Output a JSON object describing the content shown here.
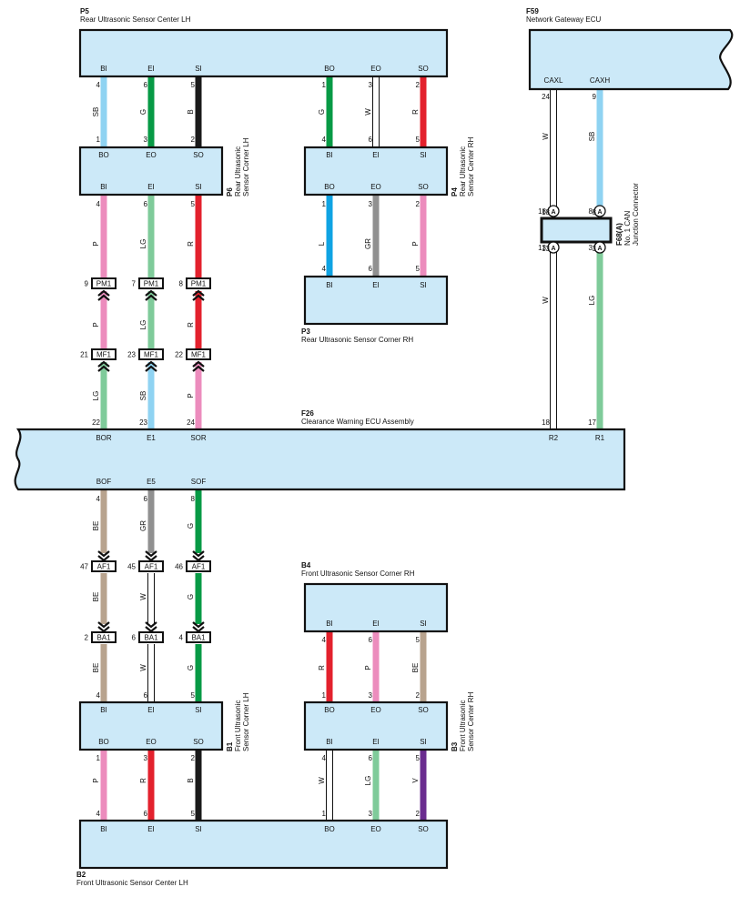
{
  "components": {
    "P5": {
      "code": "P5",
      "name": "Rear Ultrasonic Sensor Center LH",
      "pins": [
        "BI",
        "EI",
        "SI",
        "BO",
        "EO",
        "SO"
      ]
    },
    "F59": {
      "code": "F59",
      "name": "Network Gateway ECU",
      "pins": [
        "CAXL",
        "CAXH"
      ]
    },
    "P6": {
      "code": "P6",
      "name": [
        "Rear Ultrasonic",
        "Sensor Corner LH"
      ],
      "top_pins": [
        "BO",
        "EO",
        "SO"
      ],
      "bottom_pins": [
        "BI",
        "EI",
        "SI"
      ]
    },
    "P4": {
      "code": "P4",
      "name": [
        "Rear Ultrasonic",
        "Sensor Center RH"
      ],
      "top_pins": [
        "BI",
        "EI",
        "SI"
      ],
      "bottom_pins": [
        "BO",
        "EO",
        "SO"
      ]
    },
    "P3": {
      "code": "P3",
      "name": "Rear Ultrasonic Sensor Corner RH",
      "pins": [
        "BI",
        "EI",
        "SI"
      ]
    },
    "F68": {
      "code": "F68(A)",
      "name": [
        "No. 1 CAN",
        "Junction Connector"
      ],
      "letter": "A"
    },
    "F26": {
      "code": "F26",
      "name": "Clearance Warning ECU Assembly",
      "top_pins": [
        "BOR",
        "E1",
        "SOR",
        "R2",
        "R1"
      ],
      "bottom_pins": [
        "BOF",
        "E5",
        "SOF"
      ]
    },
    "B4": {
      "code": "B4",
      "name": "Front Ultrasonic Sensor Corner RH",
      "pins": [
        "BI",
        "EI",
        "SI"
      ]
    },
    "B1": {
      "code": "B1",
      "name": [
        "Front Ultrasonic",
        "Sensor Corner LH"
      ],
      "top_pins": [
        "BI",
        "EI",
        "SI"
      ],
      "bottom_pins": [
        "BO",
        "EO",
        "SO"
      ]
    },
    "B3": {
      "code": "B3",
      "name": [
        "Front Ultrasonic",
        "Sensor Center RH"
      ],
      "top_pins": [
        "BO",
        "EO",
        "SO"
      ],
      "bottom_pins": [
        "BI",
        "EI",
        "SI"
      ]
    },
    "B2": {
      "code": "B2",
      "name": "Front Ultrasonic Sensor Center LH",
      "pins": [
        "BI",
        "EI",
        "SI",
        "BO",
        "EO",
        "SO"
      ]
    }
  },
  "wires": {
    "p5_p6": [
      {
        "p1": "4",
        "p2": "1",
        "color": "SB"
      },
      {
        "p1": "6",
        "p2": "3",
        "color": "G"
      },
      {
        "p1": "5",
        "p2": "2",
        "color": "B"
      }
    ],
    "p5_p4": [
      {
        "p1": "1",
        "p2": "4",
        "color": "G"
      },
      {
        "p1": "3",
        "p2": "6",
        "color": "W"
      },
      {
        "p1": "2",
        "p2": "5",
        "color": "R"
      }
    ],
    "p6_pm1": [
      {
        "p1": "4",
        "color": "P"
      },
      {
        "p1": "6",
        "color": "LG"
      },
      {
        "p1": "5",
        "color": "R"
      }
    ],
    "pm1_mf1": [
      {
        "color": "P"
      },
      {
        "color": "LG"
      },
      {
        "color": "R"
      }
    ],
    "mf1_f26": [
      {
        "p2": "22",
        "color": "LG"
      },
      {
        "p2": "23",
        "color": "SB"
      },
      {
        "p2": "24",
        "color": "P"
      }
    ],
    "p4_p3": [
      {
        "p1": "1",
        "p2": "4",
        "color": "L"
      },
      {
        "p1": "3",
        "p2": "6",
        "color": "GR"
      },
      {
        "p1": "2",
        "p2": "5",
        "color": "P"
      }
    ],
    "f59_f68": [
      {
        "p1": "24",
        "p2": "18",
        "color": "W"
      },
      {
        "p1": "9",
        "p2": "8",
        "color": "SB"
      }
    ],
    "f68_f26": [
      {
        "p1": "13",
        "p2": "18",
        "color": "W"
      },
      {
        "p1": "3",
        "p2": "17",
        "color": "LG"
      }
    ],
    "f26_af1": [
      {
        "p1": "4",
        "color": "BE"
      },
      {
        "p1": "6",
        "color": "GR"
      },
      {
        "p1": "8",
        "color": "G"
      }
    ],
    "af1_ba1": [
      {
        "color": "BE"
      },
      {
        "color": "W"
      },
      {
        "color": "G"
      }
    ],
    "ba1_b1": [
      {
        "p2": "4",
        "color": "BE"
      },
      {
        "p2": "6",
        "color": "W"
      },
      {
        "p2": "5",
        "color": "G"
      }
    ],
    "b4_b3": [
      {
        "p1": "4",
        "p2": "1",
        "color": "R"
      },
      {
        "p1": "6",
        "p2": "3",
        "color": "P"
      },
      {
        "p1": "5",
        "p2": "2",
        "color": "BE"
      }
    ],
    "b1_b2": [
      {
        "p1": "1",
        "p2": "4",
        "color": "P"
      },
      {
        "p1": "3",
        "p2": "6",
        "color": "R"
      },
      {
        "p1": "2",
        "p2": "5",
        "color": "B"
      }
    ],
    "b3_b2": [
      {
        "p1": "4",
        "p2": "1",
        "color": "W"
      },
      {
        "p1": "6",
        "p2": "3",
        "color": "LG"
      },
      {
        "p1": "5",
        "p2": "2",
        "color": "V"
      }
    ]
  },
  "connectors": {
    "PM1": {
      "name": "PM1",
      "pins": [
        "9",
        "7",
        "8"
      ]
    },
    "MF1": {
      "name": "MF1",
      "pins": [
        "21",
        "23",
        "22"
      ]
    },
    "AF1": {
      "name": "AF1",
      "pins": [
        "47",
        "45",
        "46"
      ]
    },
    "BA1": {
      "name": "BA1",
      "pins": [
        "2",
        "6",
        "4"
      ]
    }
  },
  "junction": {
    "letter": "A",
    "pins": {
      "tl": "18",
      "tr": "8",
      "bl": "13",
      "br": "3"
    }
  },
  "palette": {
    "box_fill": "#cce9f8",
    "SB": "#8fd3f2",
    "G": "#079a45",
    "B": "#1a1a1a",
    "W": "#ffffff",
    "R": "#e3212d",
    "P": "#ec8cbd",
    "LG": "#7fcb9a",
    "L": "#0fa3e3",
    "GR": "#909090",
    "BE": "#b8a38e",
    "V": "#6a2c8f"
  },
  "icons": {
    "connector_arrow": "chevron-double-icon",
    "junction_pin": "circle-letter-icon"
  }
}
